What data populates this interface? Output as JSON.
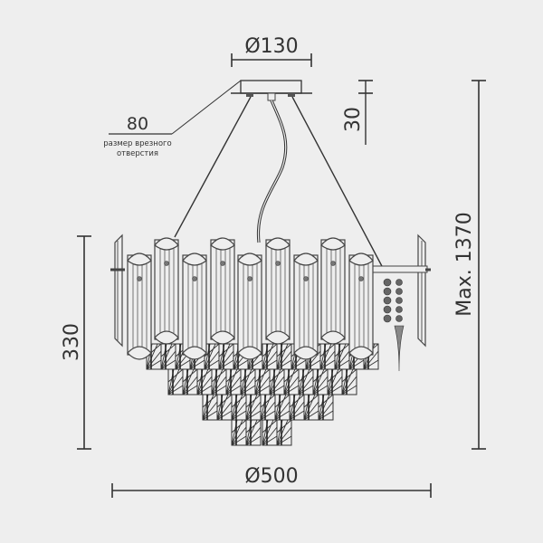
{
  "drawing": {
    "type": "technical dimension drawing",
    "subject": "crystal pendant chandelier",
    "background": "#eeeeee",
    "line_color": "#333333"
  },
  "dimensions": {
    "canopy_diameter": "Ø130",
    "canopy_height": "30",
    "cutout_size": "80",
    "cutout_caption_line1": "размер врезного",
    "cutout_caption_line2": "отверстия",
    "body_height": "330",
    "body_diameter": "Ø500",
    "max_height": "Max. 1370"
  }
}
